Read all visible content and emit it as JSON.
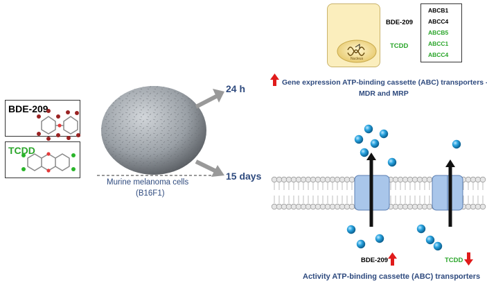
{
  "compounds": [
    {
      "name": "BDE-209",
      "color": "#000000"
    },
    {
      "name": "TCDD",
      "color": "#2aa52a"
    }
  ],
  "cells": {
    "label_line1": "Murine melanoma cells",
    "label_line2": "(B16F1)"
  },
  "timepoints": [
    "24 h",
    "15 days"
  ],
  "nucleus": {
    "label": "Nucleus"
  },
  "gene_table": {
    "groups": [
      {
        "compound": "BDE-209",
        "color": "#000000",
        "genes": [
          "ABCB1",
          "ABCC4"
        ]
      },
      {
        "compound": "TCDD",
        "color": "#2aa52a",
        "genes": [
          "ABCB5",
          "ABCC1",
          "ABCC4"
        ]
      }
    ]
  },
  "gene_expression_text": {
    "line1": "Gene expression ATP-binding cassette (ABC) transporters -",
    "line2": "MDR and MRP"
  },
  "membrane_labels": {
    "bde": {
      "text": "BDE-209",
      "direction": "up"
    },
    "tcdd": {
      "text": "TCDD",
      "direction": "down"
    }
  },
  "activity_text": "Activity ATP-binding cassette (ABC) transporters",
  "colors": {
    "title_blue": "#2e4a7e",
    "tcdd_green": "#2aa52a",
    "arrow_red": "#e01b1b",
    "transporter_blue": "#a9c6ea",
    "ball_blue": "#29a3df",
    "nucleus_fill": "#fbeebd"
  }
}
